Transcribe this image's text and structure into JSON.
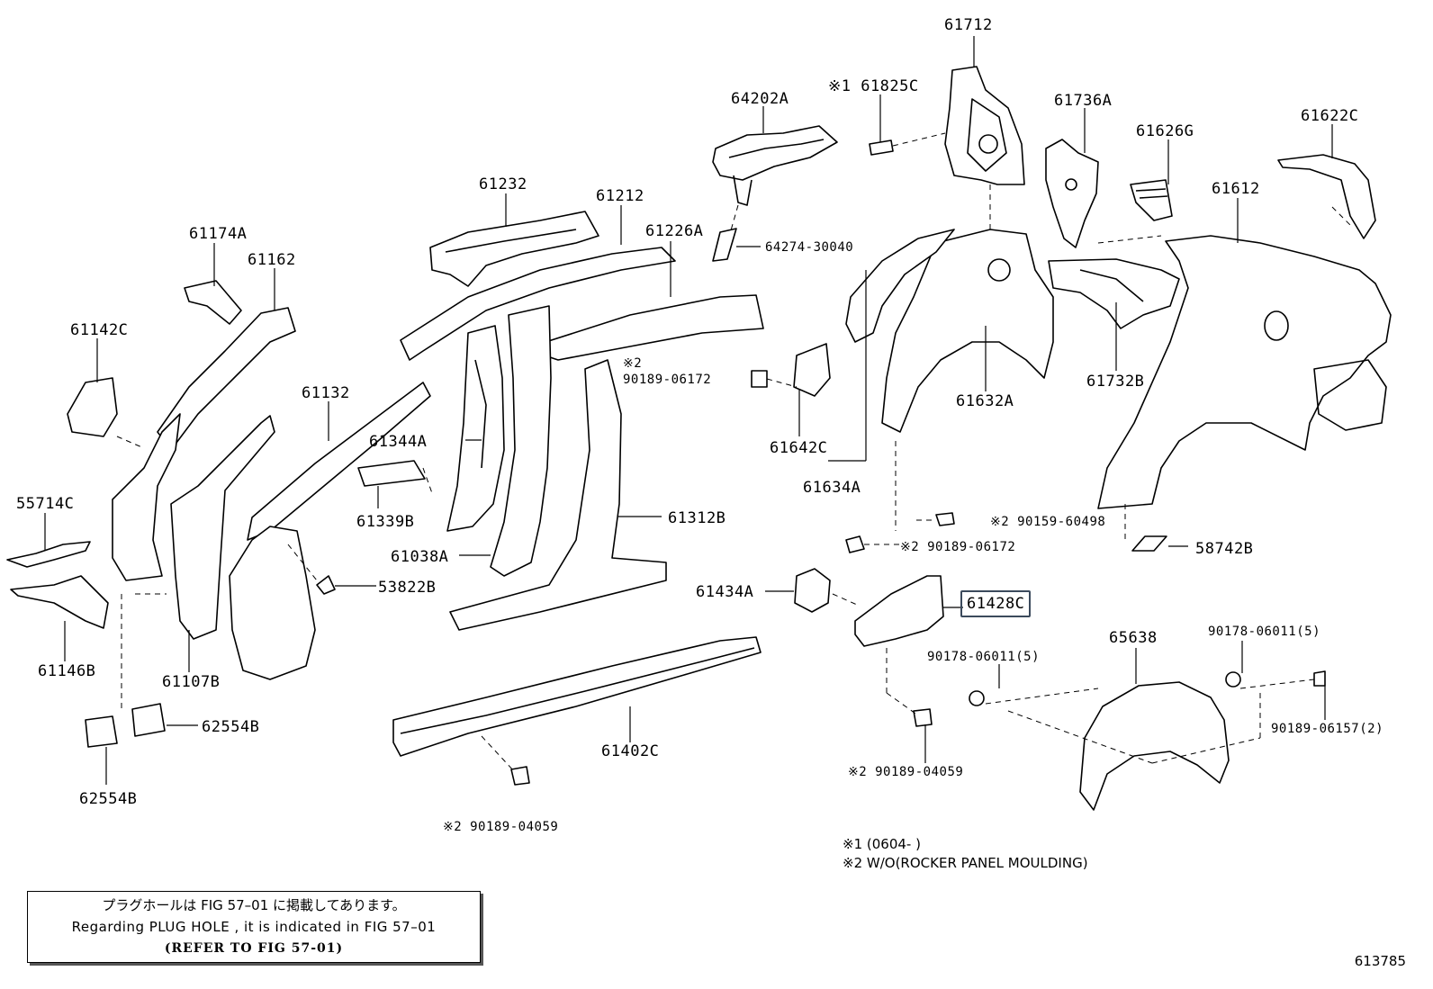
{
  "parts": {
    "p61712": "61712",
    "p61825c": "※1 61825C",
    "p64202a": "64202A",
    "p61736a": "61736A",
    "p61626g": "61626G",
    "p61622c": "61622C",
    "p61612": "61612",
    "p61232": "61232",
    "p61212": "61212",
    "p61226a": "61226A",
    "p64274": "64274-30040",
    "p61174a": "61174A",
    "p61162": "61162",
    "p61142c": "61142C",
    "p61132": "61132",
    "p90189_06172a": "90189-06172",
    "p90189_06172a_mark": "※2",
    "p61632a": "61632A",
    "p61732b": "61732B",
    "p61344a": "61344A",
    "p61642c": "61642C",
    "p61634a": "61634A",
    "p55714c": "55714C",
    "p61339b": "61339B",
    "p61312b": "61312B",
    "p90159": "※2 90159-60498",
    "p90189_06172b": "※2 90189-06172",
    "p58742b": "58742B",
    "p61038a": "61038A",
    "p53822b": "53822B",
    "p61434a": "61434A",
    "p61428c": "61428C",
    "p61146b": "61146B",
    "p61107b": "61107B",
    "p65638": "65638",
    "p90178a": "90178-06011(5)",
    "p90178b": "90178-06011(5)",
    "p62554b_a": "62554B",
    "p62554b_b": "62554B",
    "p61402c": "61402C",
    "p90189_06157": "90189-06157(2)",
    "p90189_04059a": "※2 90189-04059",
    "p90189_04059b": "※2 90189-04059"
  },
  "notes": {
    "note1": "※1 (0604-        )",
    "note2": "※2 W/O(ROCKER PANEL MOULDING)"
  },
  "plug_box": {
    "japanese": "プラグホールは FIG 57–01 に掲載してあります。",
    "english": "Regarding  PLUG  HOLE , it is indicated in  FIG  57–01",
    "refer": "(REFER TO FIG 57-01)"
  },
  "figure_id": "613785",
  "colors": {
    "line": "#000000",
    "highlight_border": "#3b4a5c"
  }
}
